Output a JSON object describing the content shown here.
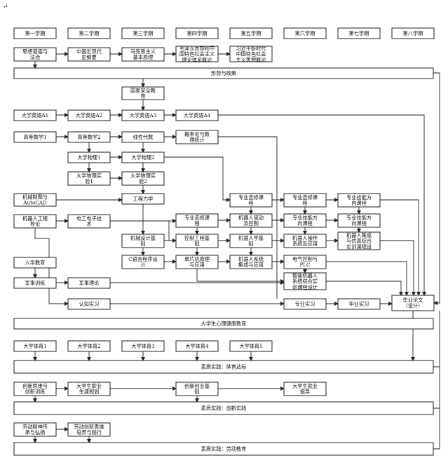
{
  "corner_mark": "↵",
  "terms": [
    "第一学期",
    "第二学期",
    "第三学期",
    "第四学期",
    "第五学期",
    "第六学期",
    "第七学期",
    "第八学期"
  ],
  "courses": {
    "sixiang": [
      "思想道德与",
      "法治"
    ],
    "jindaishi": [
      "中国近现代",
      "史纲要"
    ],
    "makesi": [
      "马克思主义",
      "基本原理"
    ],
    "maogai": [
      "毛泽东思想和中",
      "国特色社会主义",
      "理论体系概论"
    ],
    "xijinping": [
      "习近平新时代",
      "中国特色社会",
      "主义思想概论"
    ],
    "xingshi": [
      "形势与政策"
    ],
    "guojia": [
      "国家安全教",
      "育"
    ],
    "yingyu1": [
      "大学英语A1"
    ],
    "yingyu2": [
      "大学英语A2"
    ],
    "yingyu3": [
      "大学英语A3"
    ],
    "yingyu4": [
      "大学英语A4"
    ],
    "gaoshu1": [
      "高等数学1"
    ],
    "gaoshu2": [
      "高等数学2"
    ],
    "xianxing": [
      "线性代数"
    ],
    "gailv": [
      "概率论与数",
      "理统计"
    ],
    "wuli1": [
      "大学物理1"
    ],
    "wuli2": [
      "大学物理2"
    ],
    "wulishiyan1": [
      "大学物理实",
      "验1"
    ],
    "wulishiyan2": [
      "大学物理实",
      "验2"
    ],
    "zhitu": [
      "机械制图与",
      "AutoCAD"
    ],
    "gongcheng": [
      "工程力学"
    ],
    "daolun": [
      "机器人工程",
      "导论"
    ],
    "diangong": [
      "电工电子技",
      "术"
    ],
    "jixie": [
      "机械设计基",
      "础"
    ],
    "cyuyan": [
      "C语言程序设",
      "计"
    ],
    "zxuan1": [
      "专业选修课",
      "程"
    ],
    "kongzhi": [
      "控制工程基",
      "础"
    ],
    "danpianji": [
      "单片机原理",
      "与应用"
    ],
    "zxuan2": [
      "专业选修课",
      "程"
    ],
    "qudong": [
      "机器人驱动",
      "及控制"
    ],
    "jqrxue": [
      "机器人学基",
      "础"
    ],
    "xitong": [
      "机器人系统",
      "集成与应用"
    ],
    "zxuan3": [
      "专业选修课",
      "程"
    ],
    "jnfx1": [
      "专业技能方",
      "向课程"
    ],
    "caozuo": [
      "机器人操作",
      "系统及应用"
    ],
    "plc": [
      "电气控制与",
      "PLC"
    ],
    "zhineng": [
      "智能机器人",
      "系统综合实",
      "训课程设计"
    ],
    "jnfx2": [
      "专业技能方",
      "向课程"
    ],
    "jnfx3": [
      "专业技能方",
      "向课程"
    ],
    "jicheng": [
      "机器人集成",
      "与仿真综合",
      "实训课程设"
    ],
    "ruxue": [
      "入学教育"
    ],
    "junxun": [
      "军事训练"
    ],
    "junshi": [
      "军事理论"
    ],
    "renzhi": [
      "认知实习"
    ],
    "zhuanyeshixi": [
      "专业实习"
    ],
    "biyeshixi": [
      "毕业实习"
    ],
    "lunwen": [
      "毕业论文",
      "（设计）"
    ],
    "xinli": [
      "大学生心理健康教育"
    ],
    "tiyu1": [
      "大学体育1"
    ],
    "tiyu2": [
      "大学体育2"
    ],
    "tiyu3": [
      "大学体育3"
    ],
    "tiyu4": [
      "大学体育4"
    ],
    "tiyu5": [
      "大学体育5"
    ],
    "tiyudabiao": [
      "素质实践：体育达标"
    ],
    "chuangxin": [
      "创新思维与",
      "创新训练"
    ],
    "zhiye": [
      "大学生职业",
      "生涯规划"
    ],
    "chuangye": [
      "创新创业基",
      "础"
    ],
    "jiuye": [
      "大学生就业",
      "指导"
    ],
    "cxshijian": [
      "素质实践：创新实践"
    ],
    "laodong1": [
      "劳动精神传",
      "承与弘扬"
    ],
    "laodong2": [
      "劳动创新思维",
      "培养与践行"
    ],
    "ldjiaoyu": [
      "素质实践：劳动教育"
    ]
  }
}
